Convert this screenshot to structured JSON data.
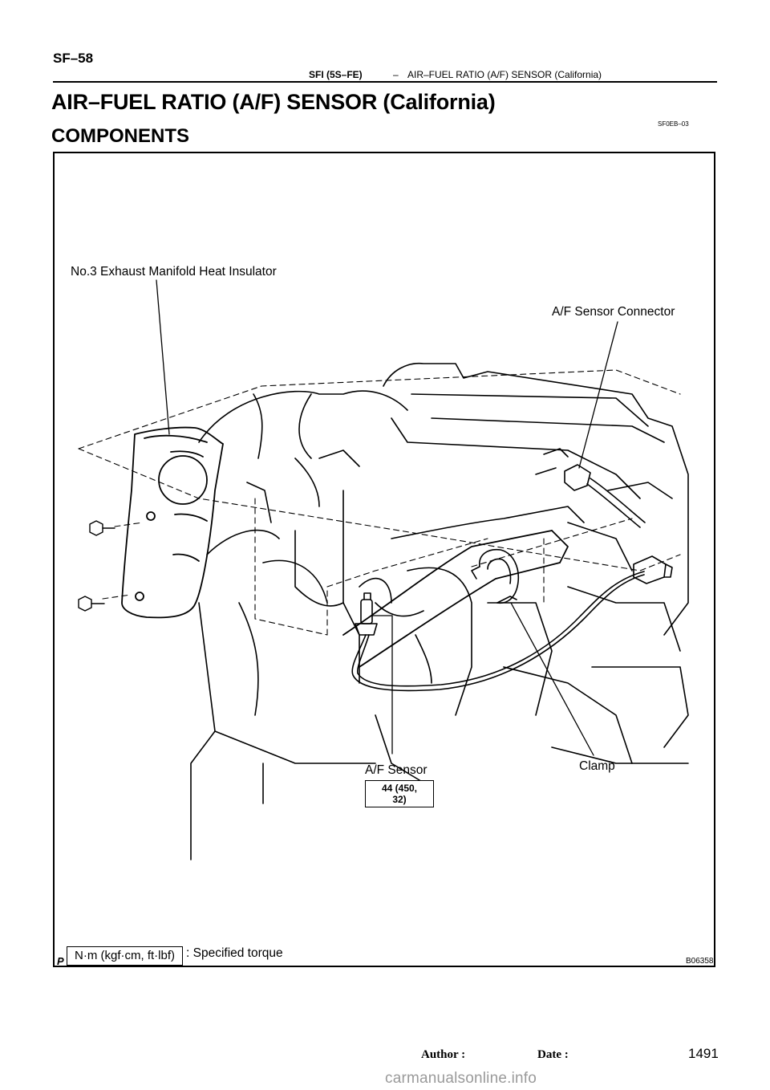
{
  "header": {
    "page_code": "SF–58",
    "section_label": "SFI (5S–FE)",
    "section_dash": "–",
    "section_subject": "AIR–FUEL RATIO (A/F) SENSOR (California)"
  },
  "title": "AIR–FUEL RATIO (A/F) SENSOR (California)",
  "subtitle": "COMPONENTS",
  "ref_code": "SF0EB–03",
  "figure": {
    "labels": {
      "heat_insulator": "No.3 Exhaust Manifold Heat Insulator",
      "sensor_connector": "A/F Sensor Connector",
      "af_sensor": "A/F Sensor",
      "clamp": "Clamp"
    },
    "torque_af_sensor": "44 (450, 32)",
    "legend_units": "N·m (kgf·cm, ft·lbf)",
    "legend_text": ": Specified torque",
    "figure_id": "B06358",
    "p_mark": "P"
  },
  "footer": {
    "author_label": "Author :",
    "date_label": "Date :",
    "page_number": "1491"
  },
  "watermark": "carmanualsonline.info"
}
